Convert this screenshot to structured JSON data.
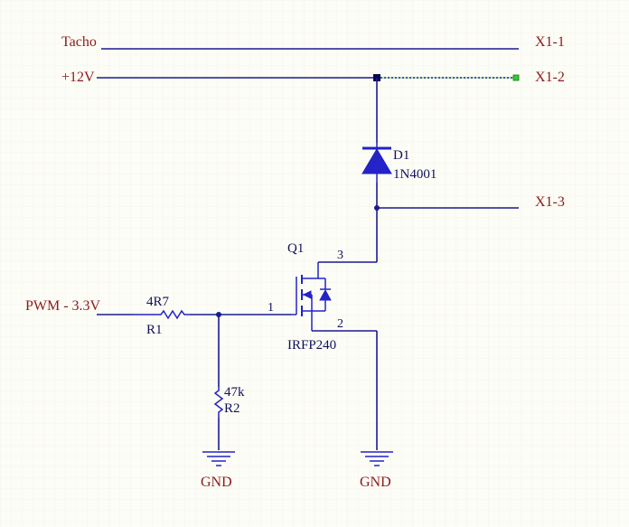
{
  "nets": {
    "tacho": "Tacho",
    "v12": "+12V",
    "pwm": "PWM - 3.3V",
    "gnd_left": "GND",
    "gnd_right": "GND"
  },
  "connectors": {
    "x1_1": "X1-1",
    "x1_2": "X1-2",
    "x1_3": "X1-3"
  },
  "components": {
    "d1": {
      "designator": "D1",
      "value": "1N4001"
    },
    "q1": {
      "designator": "Q1",
      "value": "IRFP240",
      "pin_gate": "1",
      "pin_source": "2",
      "pin_drain": "3"
    },
    "r1": {
      "designator": "R1",
      "value": "4R7"
    },
    "r2": {
      "designator": "R2",
      "value": "47k"
    }
  },
  "colors": {
    "background": "#fdfdf7",
    "wire": "#1b1b8f",
    "component": "#2323c8",
    "net_label": "#8b1a1a",
    "junction": "#0a0a50",
    "port_marker": "#33cc33"
  }
}
